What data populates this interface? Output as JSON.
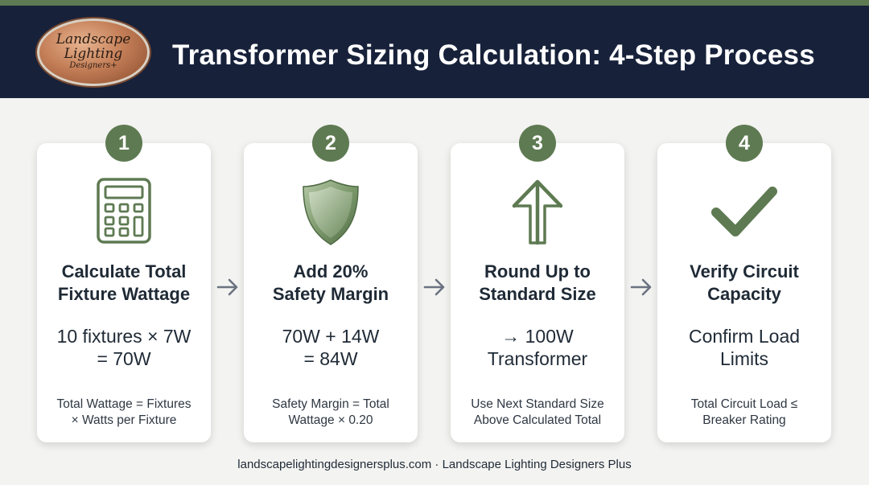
{
  "header": {
    "title": "Transformer Sizing Calculation: 4-Step Process",
    "logo": {
      "line1": "Landscape",
      "line2": "Lighting",
      "line3": "Designers+"
    }
  },
  "steps": [
    {
      "number": "1",
      "icon": "calculator-icon",
      "title_line1": "Calculate Total",
      "title_line2": "Fixture Wattage",
      "calc_line1": "10 fixtures × 7W",
      "calc_line2": "= 70W",
      "formula_line1": "Total Wattage = Fixtures",
      "formula_line2": "× Watts per Fixture"
    },
    {
      "number": "2",
      "icon": "shield-icon",
      "title_line1": "Add 20%",
      "title_line2": "Safety Margin",
      "calc_line1": "70W + 14W",
      "calc_line2": "= 84W",
      "formula_line1": "Safety Margin = Total",
      "formula_line2": "Wattage × 0.20"
    },
    {
      "number": "3",
      "icon": "arrow-up-icon",
      "title_line1": "Round Up to",
      "title_line2": "Standard Size",
      "calc_line1": "→ 100W",
      "calc_line2": "Transformer",
      "formula_line1": "Use Next Standard Size",
      "formula_line2": "Above Calculated Total"
    },
    {
      "number": "4",
      "icon": "checkmark-icon",
      "title_line1": "Verify Circuit",
      "title_line2": "Capacity",
      "calc_line1": "Confirm Load",
      "calc_line2": "Limits",
      "formula_line1": "Total Circuit Load ≤",
      "formula_line2": "Breaker Rating"
    }
  ],
  "footer": {
    "text": "landscapelightingdesignersplus.com · Landscape Lighting Designers Plus"
  },
  "colors": {
    "accent_green": "#5e7a52",
    "header_navy": "#17213a",
    "arrow_gray": "#6b7280"
  }
}
